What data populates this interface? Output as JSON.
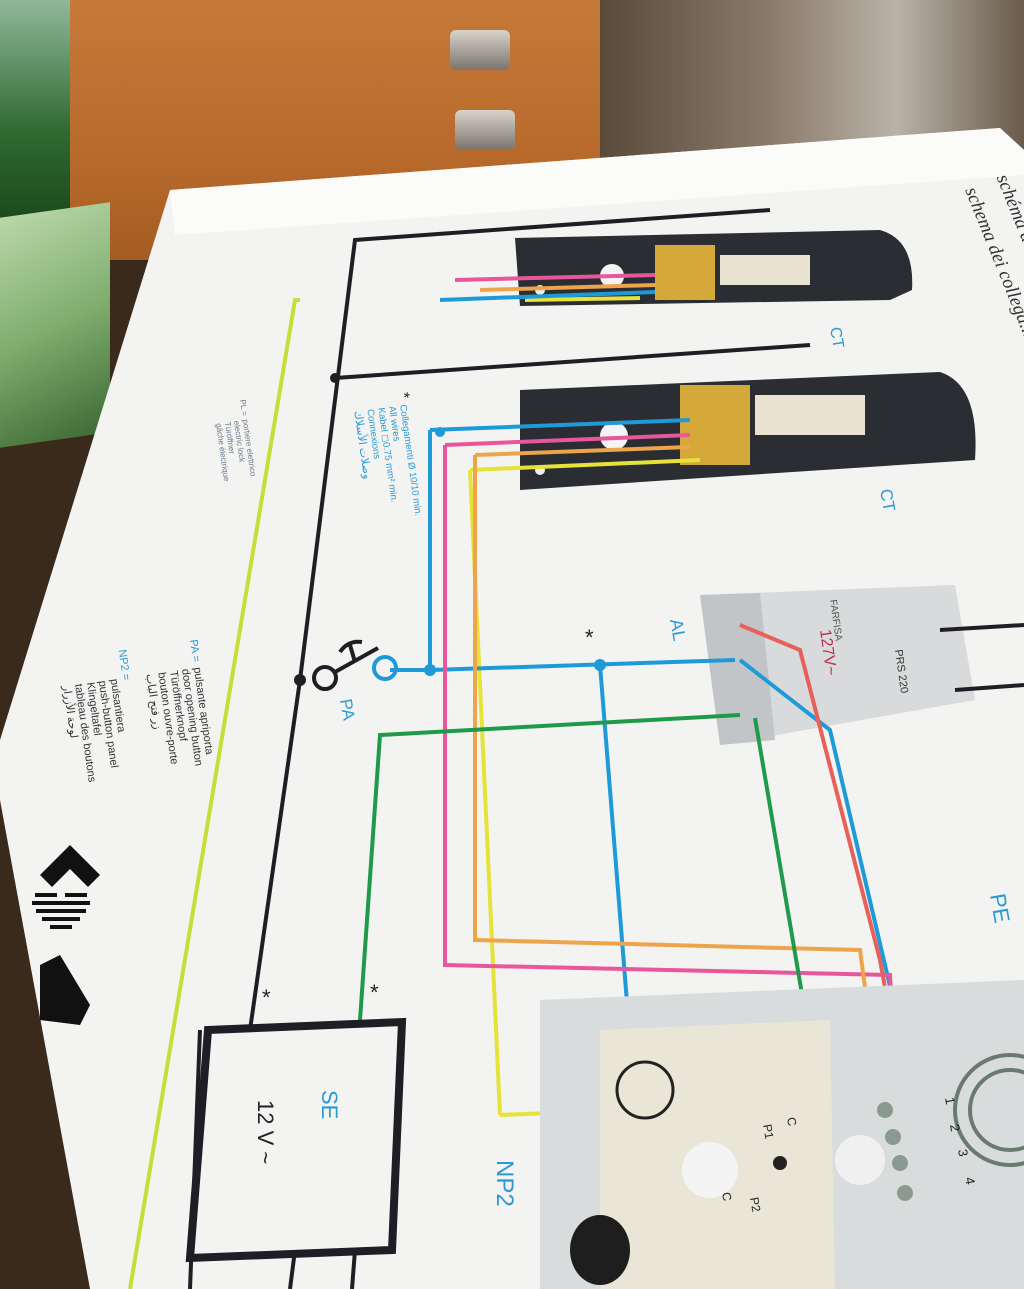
{
  "title": {
    "line1": "schema dei collega...",
    "line2": "schéma de raccordement - Ver..."
  },
  "components": {
    "ct_top": "CT",
    "ct_bottom": "CT",
    "al": "AL",
    "pa": "PA",
    "pe": "PE",
    "np2": "NP2",
    "se": "SE",
    "se_voltage": "12 V ~",
    "transformer_brand": "FARFISA",
    "transformer_model": "PRS 220",
    "transformer_voltage": "127V~"
  },
  "wiring_note": {
    "marker": "*",
    "lines": [
      "Collegamenti  Ø 10/10 min.",
      "All wires",
      "Kabel          ◻0.75 mm² min.",
      "Connexions",
      "وصلات الأسلاك"
    ]
  },
  "terminals": {
    "numbers": [
      "1",
      "2",
      "3",
      "4"
    ],
    "np2_labels": [
      "C",
      "P1",
      "C",
      "P2"
    ]
  },
  "legend": {
    "pa_key": "PA =",
    "pa_lines": [
      "pulsante apriporta",
      "door opening button",
      "Türöffnerknopf",
      "bouton ouvre-porte",
      "زر فتح الباب"
    ],
    "np2_key": "NP2 =",
    "np2_lines": [
      "pulsantiera",
      "push-button panel",
      "Klingeltafel",
      "tableau des boutons",
      "لوحة الأزرار"
    ],
    "pl_key": "PL =",
    "pl_lines": [
      "portiere elettrico",
      "electric lock",
      "Türöffner",
      "gâche électrique"
    ]
  },
  "asterisks": [
    "*",
    "*",
    "*"
  ],
  "wire_colors": {
    "black": "#1e1e24",
    "blue": "#1f9ad8",
    "magenta": "#e8569c",
    "orange": "#eea44a",
    "yellow": "#e6e23a",
    "green": "#1f9a4a",
    "lime": "#c8dc3a",
    "red": "#e8605a",
    "label_blue": "#2a9ad4"
  }
}
